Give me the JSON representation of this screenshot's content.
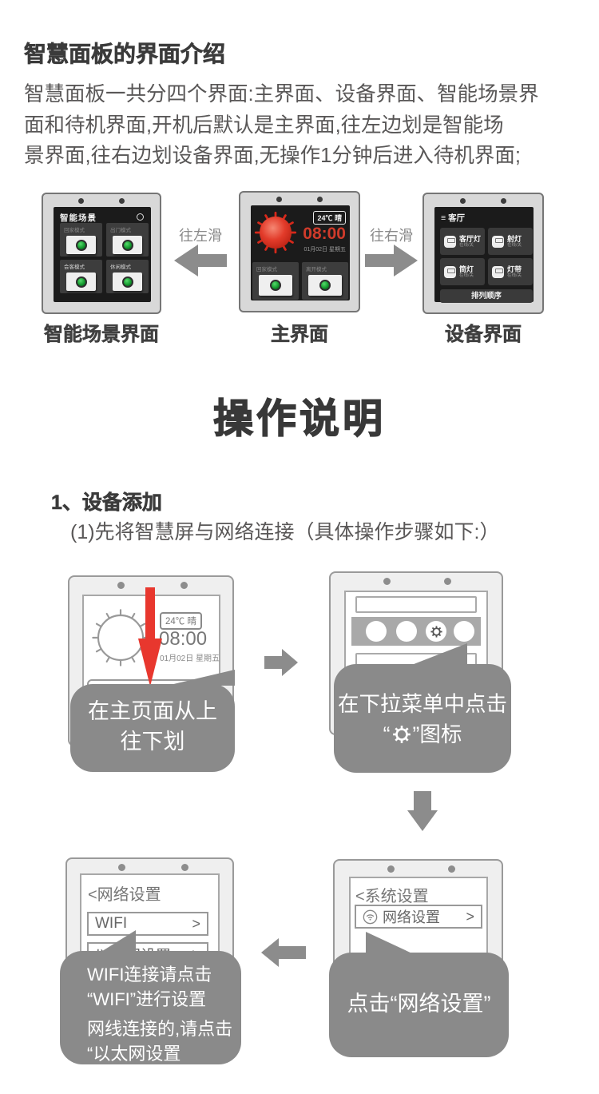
{
  "page": {
    "title": "智慧面板的界面介绍",
    "intro_lines": [
      "智慧面板一共分四个界面:主界面、设备界面、智能场景界",
      "面和待机界面,开机后默认是主界面,往左边划是智能场",
      "景界面,往右边划设备界面,无操作1分钟后进入待机界面;"
    ]
  },
  "interfaces": {
    "swipe_left": "往左滑",
    "swipe_right": "往右滑",
    "scene": {
      "screen_title": "智能场景",
      "caption": "智能场景界面",
      "modes": [
        "回家模式",
        "出门模式",
        "会客模式",
        "休闲模式"
      ]
    },
    "main": {
      "caption": "主界面",
      "weather": "24℃ 晴",
      "time": "08:00",
      "date": "01月02日 星期五",
      "modes": [
        "回家模式",
        "离开模式"
      ]
    },
    "device": {
      "caption": "设备界面",
      "menu_icon": "≡",
      "room": "客厅",
      "devices": [
        {
          "name": "客厅灯",
          "status": "在线/关"
        },
        {
          "name": "射灯",
          "status": "在线/关"
        },
        {
          "name": "筒灯",
          "status": "在线/关"
        },
        {
          "name": "灯带",
          "status": "在线/关"
        }
      ],
      "sort_button": "排列顺序"
    }
  },
  "operation": {
    "heading": "操作说明",
    "section": "1、设备添加",
    "step_intro": "(1)先将智慧屏与网络连接（具体操作步骤如下:）"
  },
  "steps": {
    "a": {
      "weather": "24℃ 晴",
      "time": "08:00",
      "date": "01月02日 星期五",
      "bubble_line1": "在主页面从上",
      "bubble_line2": "往下划"
    },
    "b": {
      "bubble_line1": "在下拉菜单中点击",
      "bubble_quote_open": "“",
      "bubble_quote_close": "”图标",
      "gear_icon": "gear"
    },
    "c": {
      "back_title": "<系统设置",
      "row_label": "网络设置",
      "chevron": ">",
      "bubble": "点击“网络设置”"
    },
    "d": {
      "back_title": "<网络设置",
      "rows": [
        {
          "label": "WIFI",
          "chevron": ">"
        },
        {
          "label": "以太网设置",
          "chevron": ">"
        }
      ],
      "bubble_line1": "WIFI连接请点击",
      "bubble_line2": "“WIFI”进行设置",
      "bubble_line3": "网线连接的,请点击",
      "bubble_line4": "“以太网设置"
    }
  }
}
